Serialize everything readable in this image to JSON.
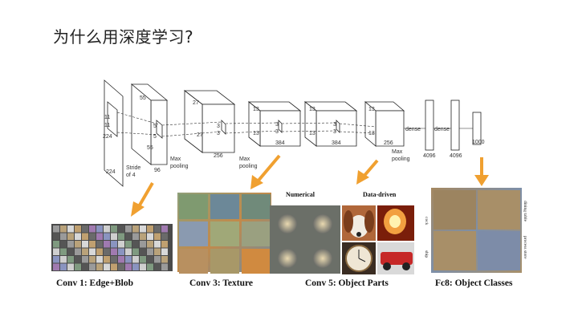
{
  "slide": {
    "title": "为什么用深度学习?"
  },
  "network": {
    "input": {
      "h": "224",
      "w": "224",
      "k": "11",
      "k2": "11",
      "stride": "Stride\nof 4"
    },
    "conv1": {
      "a": "55",
      "b": "55",
      "c": "96",
      "k": "5",
      "k2": "5",
      "pool": "Max\npooling"
    },
    "conv2": {
      "a": "27",
      "b": "27",
      "c": "256",
      "k": "3",
      "k2": "3",
      "pool": "Max\npooling"
    },
    "conv3": {
      "a": "13",
      "b": "13",
      "c": "384",
      "k": "3",
      "k2": "3"
    },
    "conv4": {
      "a": "13",
      "b": "13",
      "c": "384",
      "k": "3",
      "k2": "3"
    },
    "conv5": {
      "a": "13",
      "b": "13",
      "c": "256",
      "pool": "Max\npooling"
    },
    "fc": {
      "dense1": "dense",
      "dense2": "dense",
      "n1": "4096",
      "n2": "4096",
      "n3": "1000"
    }
  },
  "panels": {
    "conv1": {
      "caption": "Conv 1: Edge+Blob"
    },
    "conv3": {
      "caption": "Conv 3: Texture"
    },
    "conv5": {
      "caption": "Conv 5: Object Parts",
      "numerical": "Numerical",
      "datadriven": "Data-driven"
    },
    "fc8": {
      "caption": "Fc8: Object Classes",
      "labels": [
        "cock",
        "dining table",
        "ship",
        "process store"
      ]
    }
  },
  "colors": {
    "arrow": "#f0a030",
    "line": "#222222"
  }
}
